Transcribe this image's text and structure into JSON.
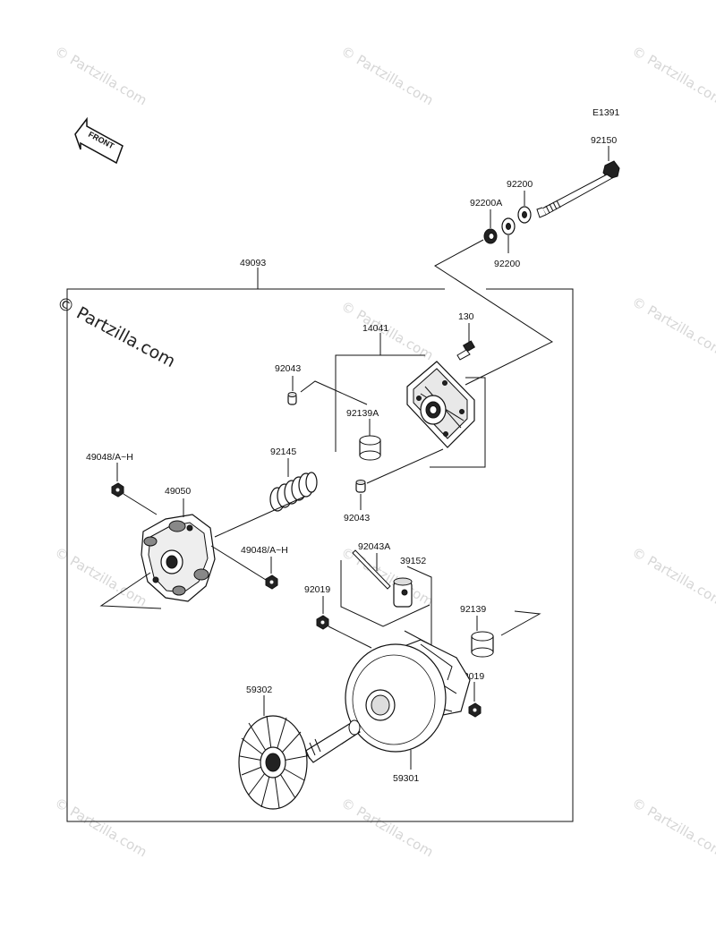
{
  "diagram": {
    "ref_code": "E1391",
    "front_label": "FRONT",
    "watermark": "© Partzilla.com",
    "assembly_label": "49093",
    "labels": {
      "p92150": "92150",
      "p92200_top": "92200",
      "p92200A": "92200A",
      "p92200_bottom": "92200",
      "p130": "130",
      "p14041": "14041",
      "p92043_top": "92043",
      "p92139A": "92139A",
      "p92145": "92145",
      "p92043_mid": "92043",
      "p49048_left": "49048/A~H",
      "p49050": "49050",
      "p49048_right": "49048/A~H",
      "p92043A": "92043A",
      "p39152": "39152",
      "p92019_left": "92019",
      "p92139": "92139",
      "p92019_right": "92019",
      "p59302": "59302",
      "p59301": "59301"
    }
  }
}
